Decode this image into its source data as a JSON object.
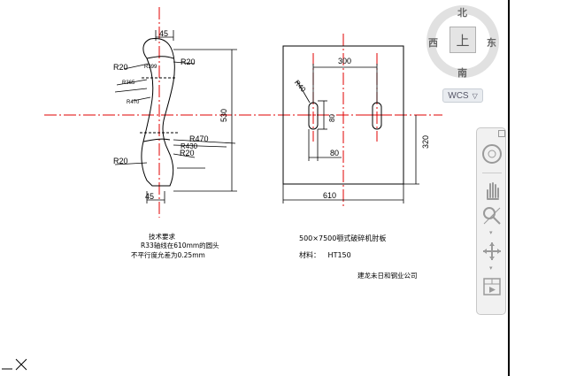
{
  "drawing": {
    "left_part": {
      "dims": {
        "top_width": "45",
        "bottom_width": "45",
        "r20_upper_left": "R20",
        "r20_upper_right": "R20",
        "r399": "R399",
        "r365": "R365",
        "r470_upper": "R470",
        "height": "530",
        "r470_lower": "R470",
        "r430": "R430",
        "r20_lower_left": "R20",
        "r20_lower_right": "R20"
      }
    },
    "plate": {
      "dims": {
        "slot_spacing": "300",
        "r40": "R40",
        "slot_height": "80",
        "slot_width": "80",
        "height": "320",
        "width": "610"
      }
    }
  },
  "notes": {
    "requirements_title": "技术要求",
    "requirements_line1": "R33轴线在610mm的圆头",
    "requirements_line2": "不平行度允差为0.25mm",
    "part_title": "500×7500颚式破碎机肘板",
    "material_label": "材料：",
    "material_value": "HT150",
    "company": "建龙未日和钢业公司"
  },
  "viewcube": {
    "north": "北",
    "south": "南",
    "east": "东",
    "west": "西",
    "face": "上"
  },
  "wcs_label": "WCS",
  "colors": {
    "center_line": "#e00000",
    "geometry": "#000000",
    "background": "#ffffff"
  },
  "nav_bar": [
    "steering-wheel-icon",
    "pan-hand-icon",
    "zoom-icon",
    "orbit-icon",
    "showmotion-icon"
  ]
}
